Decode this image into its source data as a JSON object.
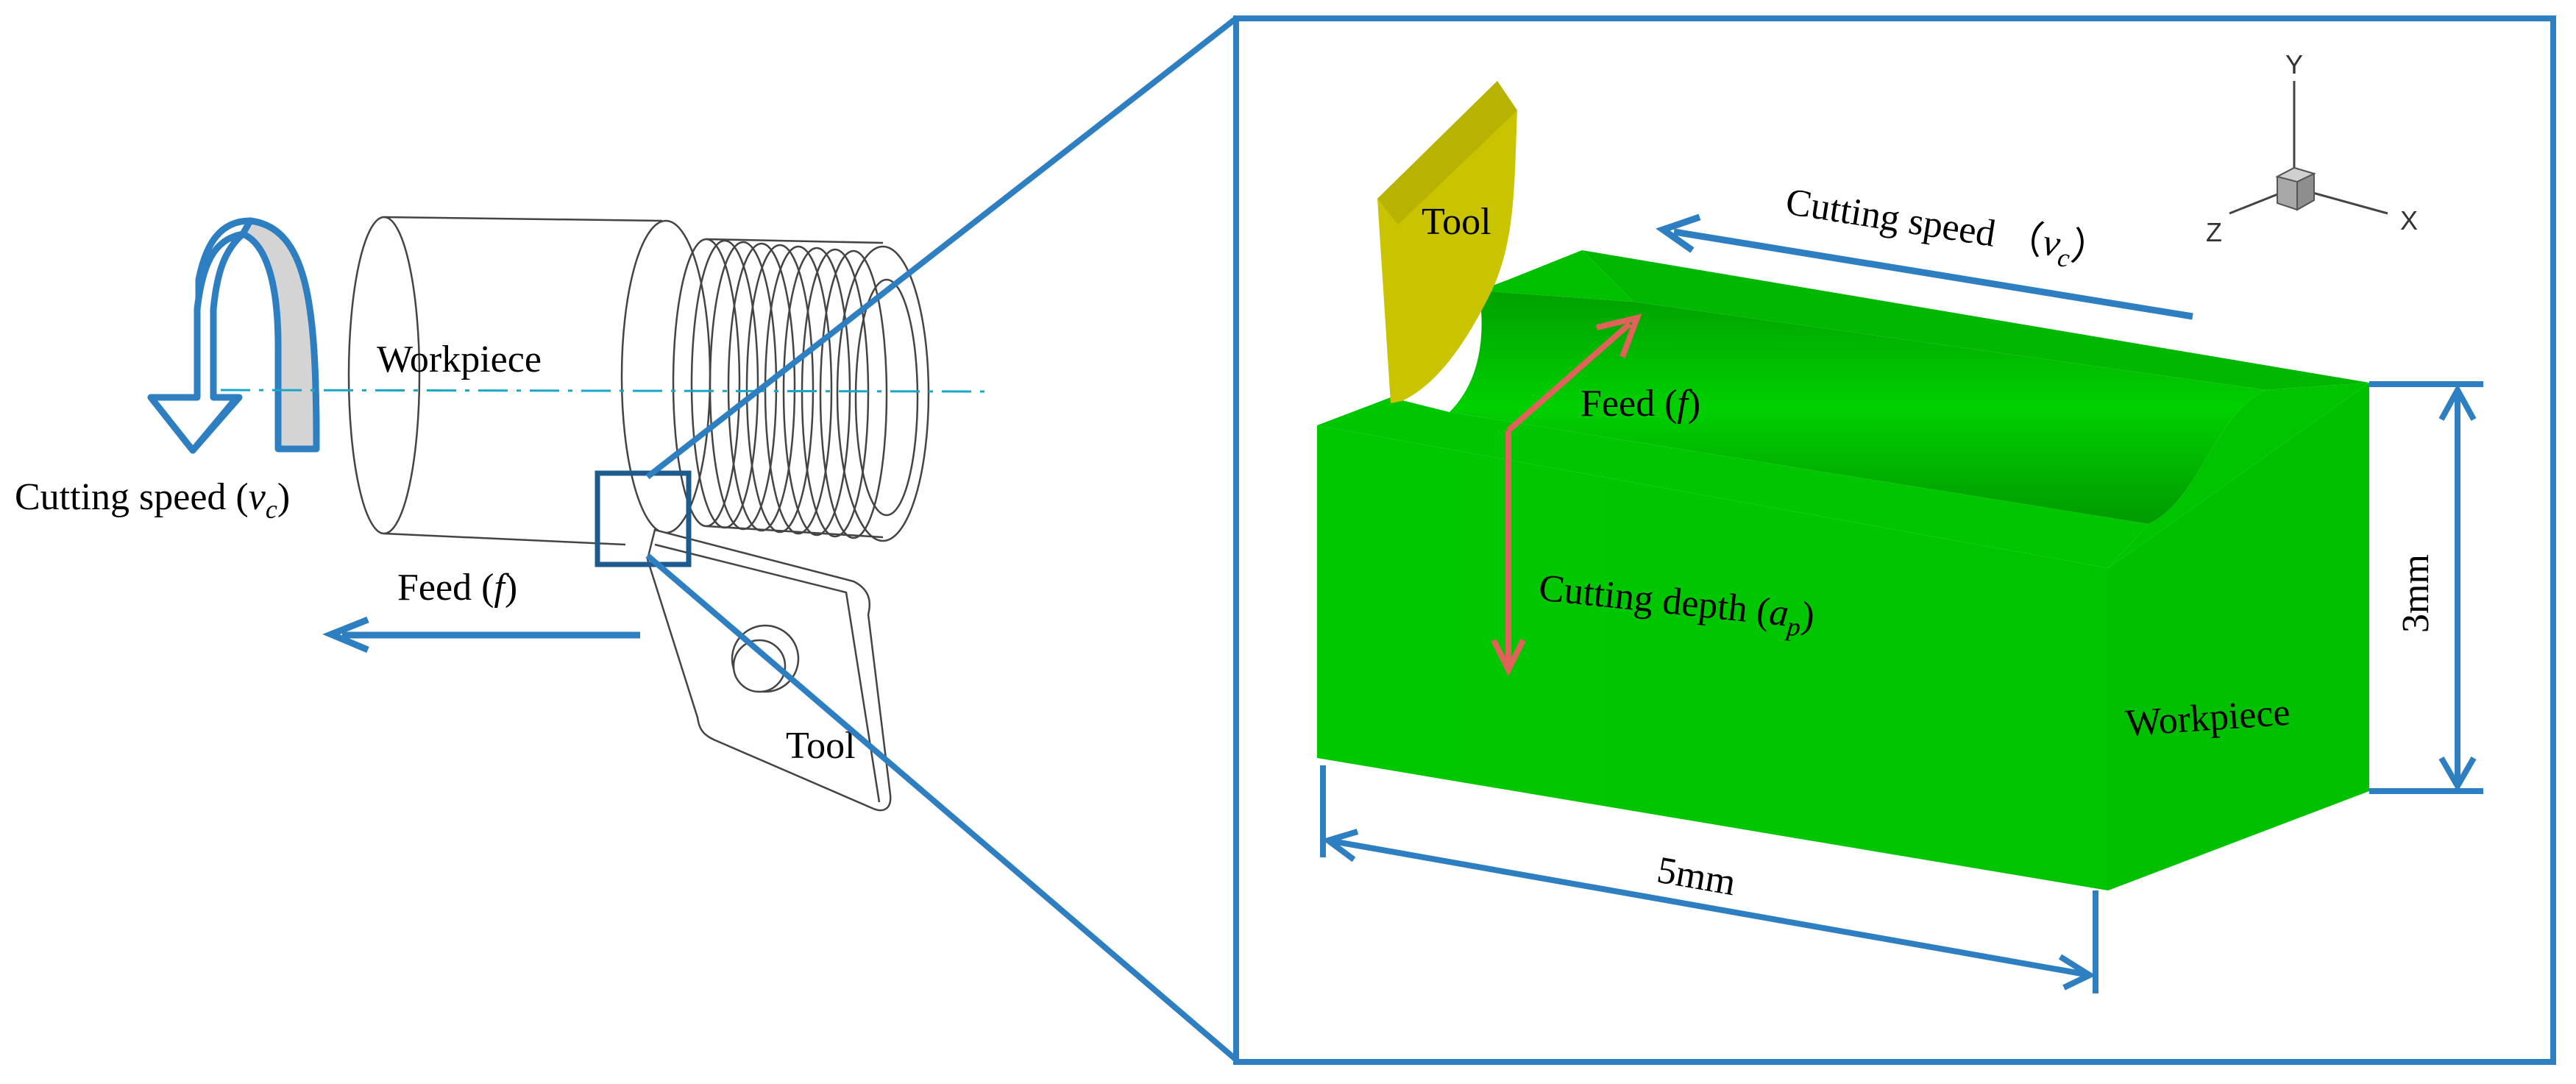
{
  "left_panel": {
    "workpiece_label": "Workpiece",
    "cutting_speed_text": "Cutting speed (",
    "cutting_speed_symbol": "v",
    "cutting_speed_subscript": "c",
    "cutting_speed_close": ")",
    "feed_text": "Feed (",
    "feed_symbol": "f",
    "feed_close": ")",
    "tool_label": "Tool"
  },
  "right_panel": {
    "tool_label": "Tool",
    "cutting_speed_text": "Cutting speed",
    "cutting_speed_open": "（",
    "cutting_speed_symbol": "v",
    "cutting_speed_subscript": "c",
    "cutting_speed_close": "）",
    "feed_text": "Feed (",
    "feed_symbol": "f",
    "feed_close": ")",
    "depth_text": "Cutting depth (",
    "depth_symbol": "a",
    "depth_subscript": "p",
    "depth_close": ")",
    "workpiece_label": "Workpiece",
    "height_dim": "3mm",
    "length_dim": "5mm",
    "axes": {
      "x": "X",
      "y": "Y",
      "z": "Z"
    }
  },
  "colors": {
    "accent_blue": "#2e7fc1",
    "dark_blue": "#1d5b8f",
    "centerline": "#1aa7c7",
    "workpiece_green": "#00cc00",
    "workpiece_dark_green": "#00a800",
    "tool_yellow": "#c8c000",
    "arrow_red": "#e0625a"
  }
}
